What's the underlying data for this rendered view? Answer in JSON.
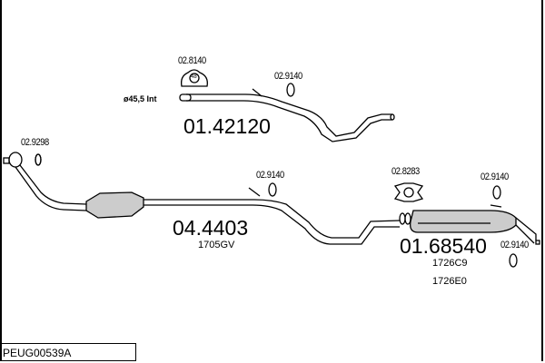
{
  "diagram_code": "PEUG00539A",
  "parts": [
    {
      "number": "01.42120",
      "note": "ø45,5 Int"
    },
    {
      "number": "04.4403",
      "sub": "1705GV"
    },
    {
      "number": "01.68540",
      "subs": [
        "1726C9",
        "1726E0"
      ]
    }
  ],
  "accessories": [
    {
      "ref": "02.8140",
      "label": "48"
    },
    {
      "ref": "02.9140"
    },
    {
      "ref": "02.9298"
    },
    {
      "ref": "02.9140"
    },
    {
      "ref": "02.8283"
    },
    {
      "ref": "02.9140"
    },
    {
      "ref": "02.9140"
    }
  ]
}
